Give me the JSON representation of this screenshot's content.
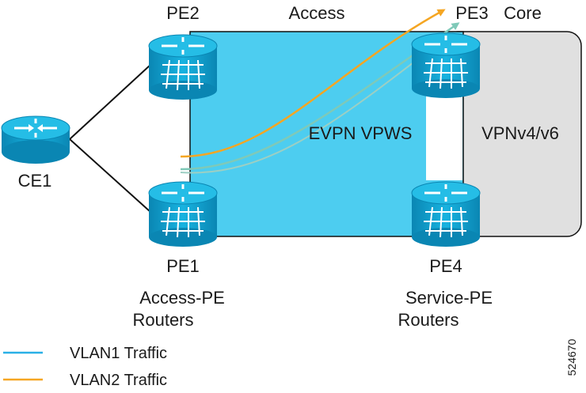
{
  "regions": {
    "access_title": "Access",
    "core_title": "Core",
    "access_label": "EVPN VPWS",
    "core_label": "VPNv4/v6"
  },
  "routers": {
    "ce1": "CE1",
    "pe1": "PE1",
    "pe2": "PE2",
    "pe3": "PE3",
    "pe4": "PE4"
  },
  "groups": {
    "access_pe_line1": "Access-PE",
    "access_pe_line2": "Routers",
    "service_pe_line1": "Service-PE",
    "service_pe_line2": "Routers"
  },
  "legend": {
    "vlan1": "VLAN1 Traffic",
    "vlan2": "VLAN2 Traffic"
  },
  "figure_id": "524670",
  "colors": {
    "access_fill": "#4dcdf0",
    "core_fill": "#e0e0e0",
    "router_fill": "#00a5d6",
    "vlan1": "#5ab4c8",
    "vlan2": "#f5a623"
  }
}
